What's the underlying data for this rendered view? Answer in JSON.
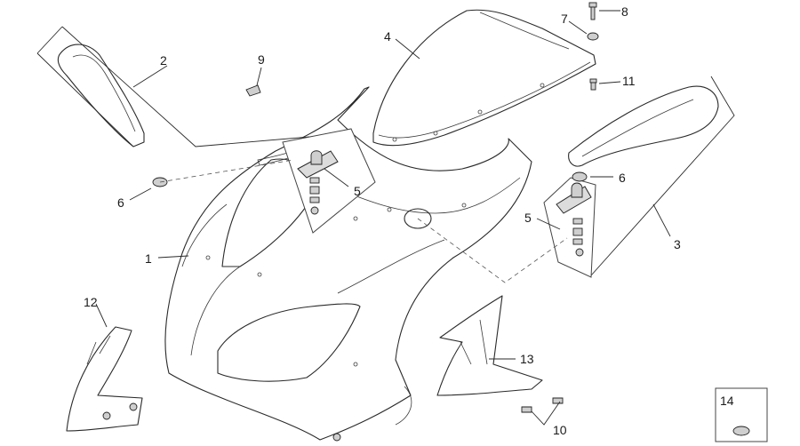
{
  "diagram": {
    "callouts": [
      {
        "id": "1",
        "label": "1"
      },
      {
        "id": "2",
        "label": "2"
      },
      {
        "id": "3",
        "label": "3"
      },
      {
        "id": "4",
        "label": "4"
      },
      {
        "id": "5a",
        "label": "5"
      },
      {
        "id": "5b",
        "label": "5"
      },
      {
        "id": "6a",
        "label": "6"
      },
      {
        "id": "6b",
        "label": "6"
      },
      {
        "id": "7",
        "label": "7"
      },
      {
        "id": "8",
        "label": "8"
      },
      {
        "id": "9",
        "label": "9"
      },
      {
        "id": "10",
        "label": "10"
      },
      {
        "id": "11",
        "label": "11"
      },
      {
        "id": "12",
        "label": "12"
      },
      {
        "id": "13",
        "label": "13"
      },
      {
        "id": "14",
        "label": "14"
      }
    ]
  }
}
